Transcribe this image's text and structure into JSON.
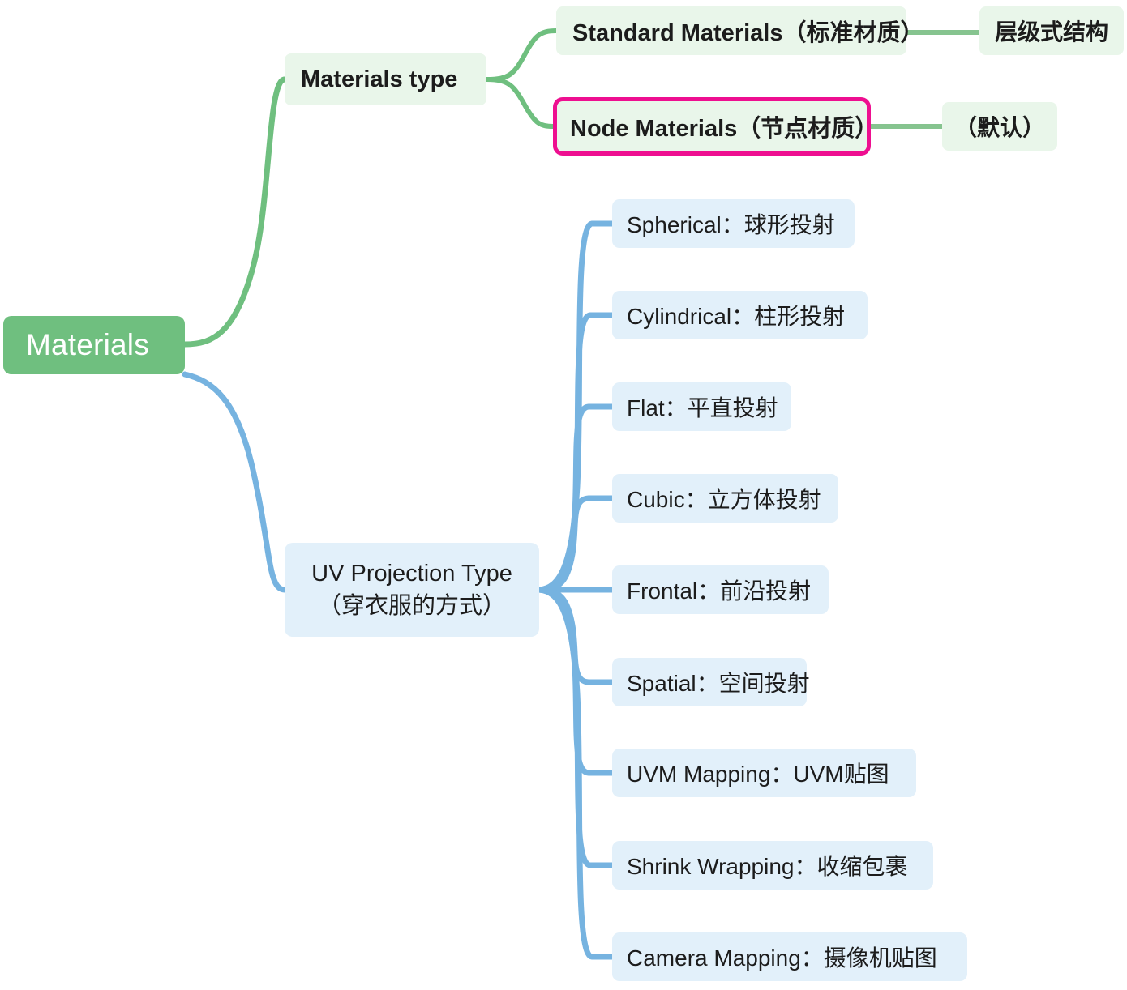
{
  "diagram": {
    "type": "mindmap",
    "title": "Materials",
    "colors": {
      "root_fill": "#6FBF7F",
      "root_text": "#FFFFFF",
      "green_branch": "#6FBF7F",
      "green_node_fill": "#E9F6EA",
      "blue_branch": "#76B3E0",
      "blue_node_fill": "#E2F0FA",
      "highlight_border": "#EE0F90",
      "text": "#1C1C1C",
      "background": "#FFFFFF"
    }
  },
  "root": {
    "label": "Materials"
  },
  "branches": [
    {
      "id": "materials-type",
      "label": "Materials type",
      "color": "green",
      "children": [
        {
          "id": "standard-materials",
          "label": "Standard Materials（标准材质）",
          "highlighted": false,
          "children": [
            {
              "id": "hierarchical-structure",
              "label": "层级式结构"
            }
          ]
        },
        {
          "id": "node-materials",
          "label": "Node Materials（节点材质）",
          "highlighted": true,
          "children": [
            {
              "id": "default",
              "label": "（默认）"
            }
          ]
        }
      ]
    },
    {
      "id": "uv-projection-type",
      "label_line1": "UV Projection Type",
      "label_line2": "（穿衣服的方式）",
      "color": "blue",
      "children": [
        {
          "id": "spherical",
          "label": "Spherical：球形投射"
        },
        {
          "id": "cylindrical",
          "label": "Cylindrical：柱形投射"
        },
        {
          "id": "flat",
          "label": "Flat：平直投射"
        },
        {
          "id": "cubic",
          "label": "Cubic：立方体投射"
        },
        {
          "id": "frontal",
          "label": "Frontal：前沿投射"
        },
        {
          "id": "spatial",
          "label": "Spatial：空间投射"
        },
        {
          "id": "uvm-mapping",
          "label": "UVM Mapping：UVM贴图"
        },
        {
          "id": "shrink-wrapping",
          "label": "Shrink Wrapping：收缩包裹"
        },
        {
          "id": "camera-mapping",
          "label": "Camera Mapping：摄像机贴图"
        }
      ]
    }
  ]
}
